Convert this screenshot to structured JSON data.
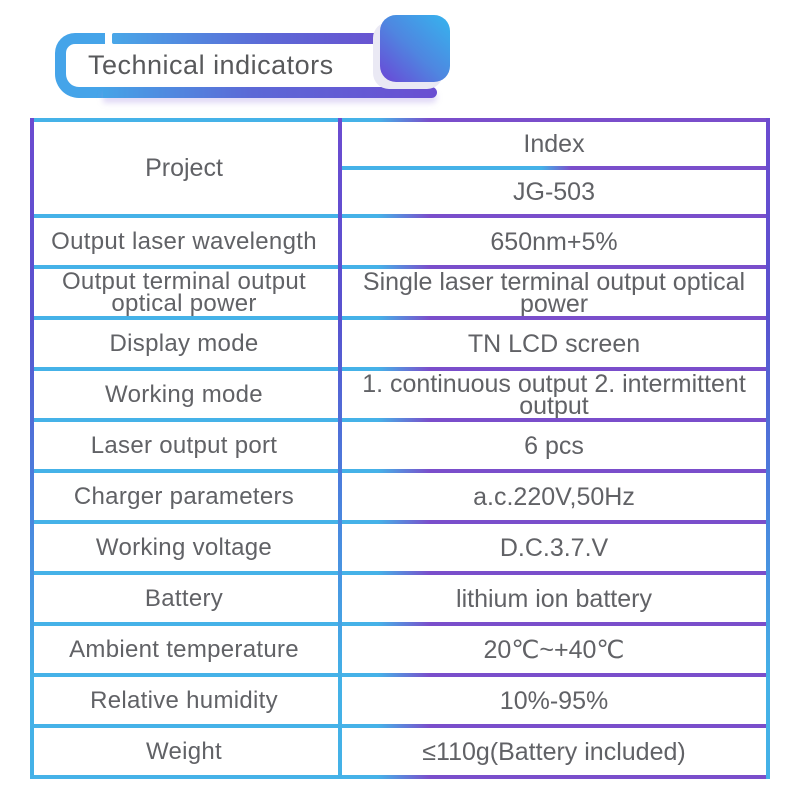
{
  "header": {
    "title": "Technical indicators"
  },
  "table": {
    "header_row": {
      "label": "Project",
      "value_top": "Index",
      "value_bottom": "JG-503"
    },
    "rows": [
      {
        "label": "Output laser wavelength",
        "value": "650nm+5%"
      },
      {
        "label": "Output terminal output optical power",
        "value": "Single laser terminal output optical power"
      },
      {
        "label": "Display mode",
        "value": "TN LCD screen"
      },
      {
        "label": "Working mode",
        "value": "1. continuous output 2. intermittent output"
      },
      {
        "label": "Laser output port",
        "value": "6 pcs"
      },
      {
        "label": "Charger parameters",
        "value": "a.c.220V,50Hz"
      },
      {
        "label": "Working voltage",
        "value": "D.C.3.7.V"
      },
      {
        "label": "Battery",
        "value": "lithium ion battery"
      },
      {
        "label": "Ambient temperature",
        "value": "20℃~+40℃"
      },
      {
        "label": "Relative humidity",
        "value": "10%-95%"
      },
      {
        "label": "Weight",
        "value": "≤110g(Battery included)"
      }
    ],
    "colors": {
      "line_cyan": "#45b2e8",
      "line_purple": "#7a4ecb",
      "divider_indigo_top": "#5b52cc",
      "divider_blue_mid": "#4a82dd",
      "header_bar_blue": "#45a4e9",
      "header_bar_purple": "#6a4ed2",
      "square_gradient_top": "#38b0ed",
      "square_gradient_bottom": "#6b46d6",
      "text_gray": "#616266"
    }
  }
}
